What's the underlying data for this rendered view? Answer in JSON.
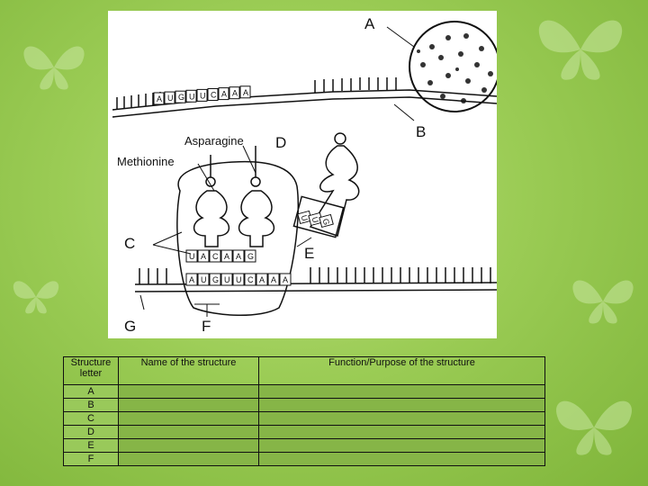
{
  "figure": {
    "labels": {
      "A": "A",
      "B": "B",
      "C": "C",
      "D": "D",
      "E": "E",
      "F": "F",
      "G": "G"
    },
    "amino_acid_1": "Asparagine",
    "amino_acid_2": "Methionine",
    "mrna_top": [
      "A",
      "U",
      "G",
      "U",
      "U",
      "C",
      "A",
      "A",
      "A"
    ],
    "anticodons": [
      "U",
      "A",
      "C",
      "A",
      "A",
      "G"
    ],
    "mrna_bottom": [
      "A",
      "U",
      "G",
      "U",
      "U",
      "C",
      "A",
      "A",
      "A"
    ],
    "trna_anticodon": [
      "U",
      "U",
      "G"
    ]
  },
  "table": {
    "headers": [
      "Structure letter",
      "Name of the structure",
      "Function/Purpose of the structure"
    ],
    "rows": [
      {
        "letter": "A",
        "name": "",
        "function": ""
      },
      {
        "letter": "B",
        "name": "",
        "function": ""
      },
      {
        "letter": "C",
        "name": "",
        "function": ""
      },
      {
        "letter": "D",
        "name": "",
        "function": ""
      },
      {
        "letter": "E",
        "name": "",
        "function": ""
      },
      {
        "letter": "F",
        "name": "",
        "function": ""
      }
    ]
  }
}
